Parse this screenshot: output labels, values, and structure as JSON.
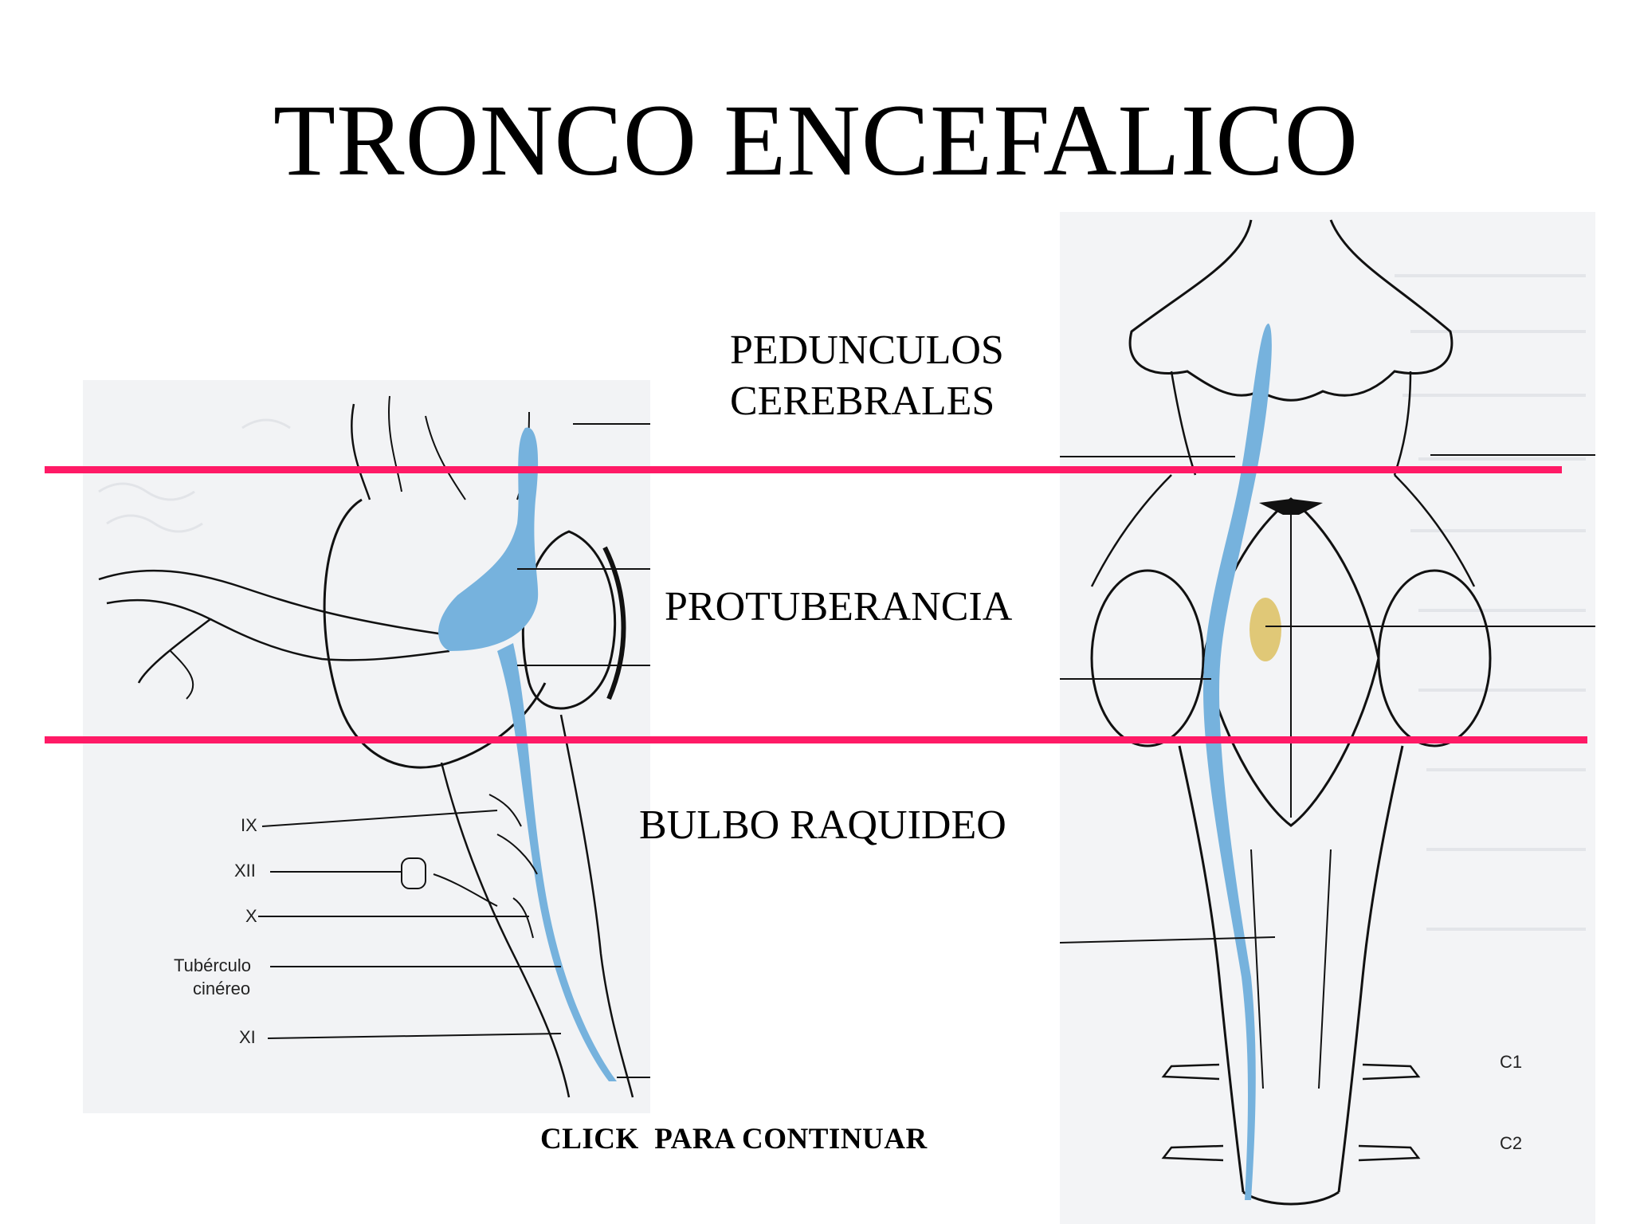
{
  "slide": {
    "title": "TRONCO ENCEFALICO",
    "regions": {
      "pedunculos_line1": "PEDUNCULOS",
      "pedunculos_line2": "CEREBRALES",
      "protuberancia": "PROTUBERANCIA",
      "bulbo": "BULBO RAQUIDEO"
    },
    "continue_label": "CLICK  PARA CONTINUAR"
  },
  "left_figure": {
    "labels": {
      "ix": "IX",
      "xii": "XII",
      "x": "X",
      "tuberculo_1": "Tubérculo",
      "tuberculo_2": "cinéreo",
      "xi": "XI"
    }
  },
  "right_figure": {
    "labels": {
      "c1": "C1",
      "c2": "C2"
    }
  },
  "colors": {
    "divider": "#ff1a66",
    "tract_blue": "#76b2dd",
    "nucleus_yellow": "#e0c877"
  }
}
